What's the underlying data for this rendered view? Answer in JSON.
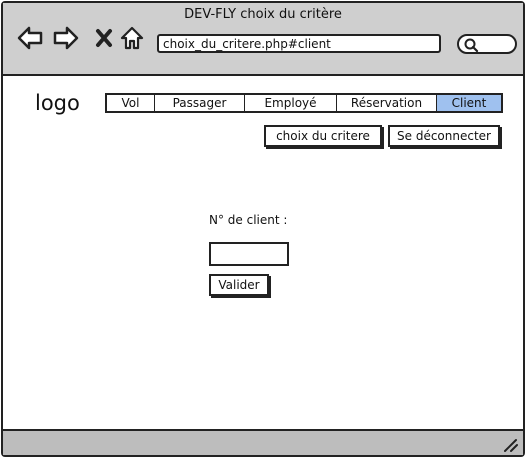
{
  "window": {
    "title": "DEV-FLY choix du critère",
    "url": "choix_du_critere.php#client"
  },
  "icons": {
    "back": "arrow-left-icon",
    "forward": "arrow-right-icon",
    "stop": "close-icon",
    "home": "home-icon",
    "search": "search-icon",
    "resize": "resize-grip-icon"
  },
  "header": {
    "logo": "logo",
    "tabs": [
      {
        "label": "Vol",
        "active": false
      },
      {
        "label": "Passager",
        "active": false
      },
      {
        "label": "Employé",
        "active": false
      },
      {
        "label": "Réservation",
        "active": false
      },
      {
        "label": "Client",
        "active": true
      }
    ],
    "choix_label": "choix du critere",
    "logout_label": "Se déconnecter"
  },
  "form": {
    "client_label": "N° de client :",
    "client_value": "",
    "submit_label": "Valider"
  },
  "colors": {
    "active_tab": "#9fc1ef",
    "chrome": "#cfcfcf"
  }
}
